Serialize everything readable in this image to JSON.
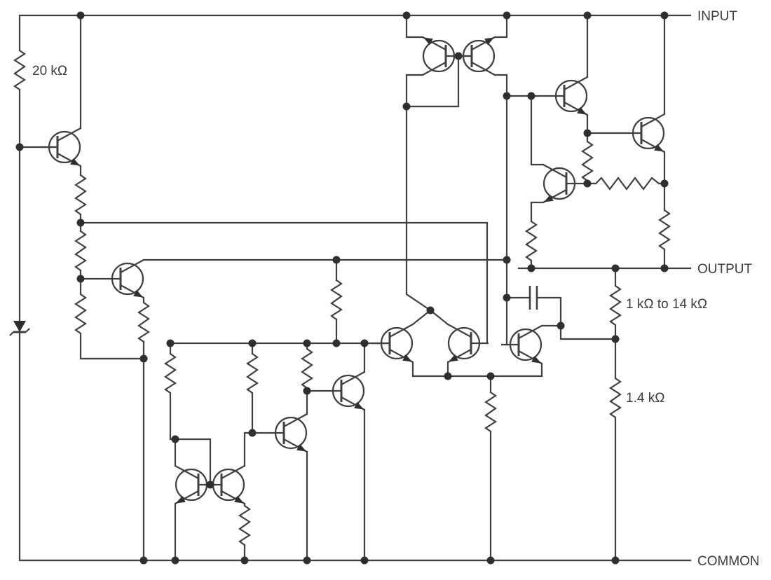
{
  "schematic": {
    "terminals": {
      "input": "INPUT",
      "output": "OUTPUT",
      "common": "COMMON"
    },
    "resistor_labels": {
      "startup": "20 kΩ",
      "divider_adjust": "1 kΩ to 14 kΩ",
      "divider_lower": "1.4 kΩ"
    }
  },
  "colors": {
    "wire": "#3f3f3f",
    "junction_dot": "#2f2f2f",
    "background": "#ffffff"
  }
}
